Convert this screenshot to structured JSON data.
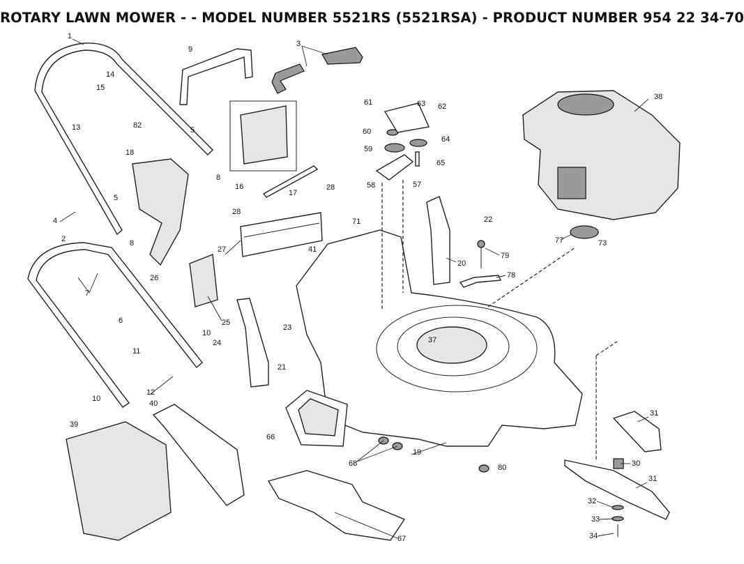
{
  "title": "ROTARY LAWN MOWER - - MODEL NUMBER 5521RS (5521RSA) - PRODUCT NUMBER 954 22 34-70",
  "callouts": [
    "1",
    "2",
    "3",
    "4",
    "5",
    "5",
    "6",
    "7",
    "8",
    "8",
    "9",
    "10",
    "10",
    "11",
    "12",
    "13",
    "14",
    "15",
    "16",
    "17",
    "18",
    "19",
    "20",
    "21",
    "22",
    "23",
    "24",
    "25",
    "26",
    "27",
    "28",
    "28",
    "30",
    "31",
    "31",
    "32",
    "33",
    "34",
    "37",
    "38",
    "39",
    "40",
    "41",
    "57",
    "58",
    "59",
    "60",
    "61",
    "62",
    "63",
    "64",
    "65",
    "66",
    "67",
    "68",
    "71",
    "73",
    "77",
    "78",
    "79",
    "80",
    "82"
  ]
}
